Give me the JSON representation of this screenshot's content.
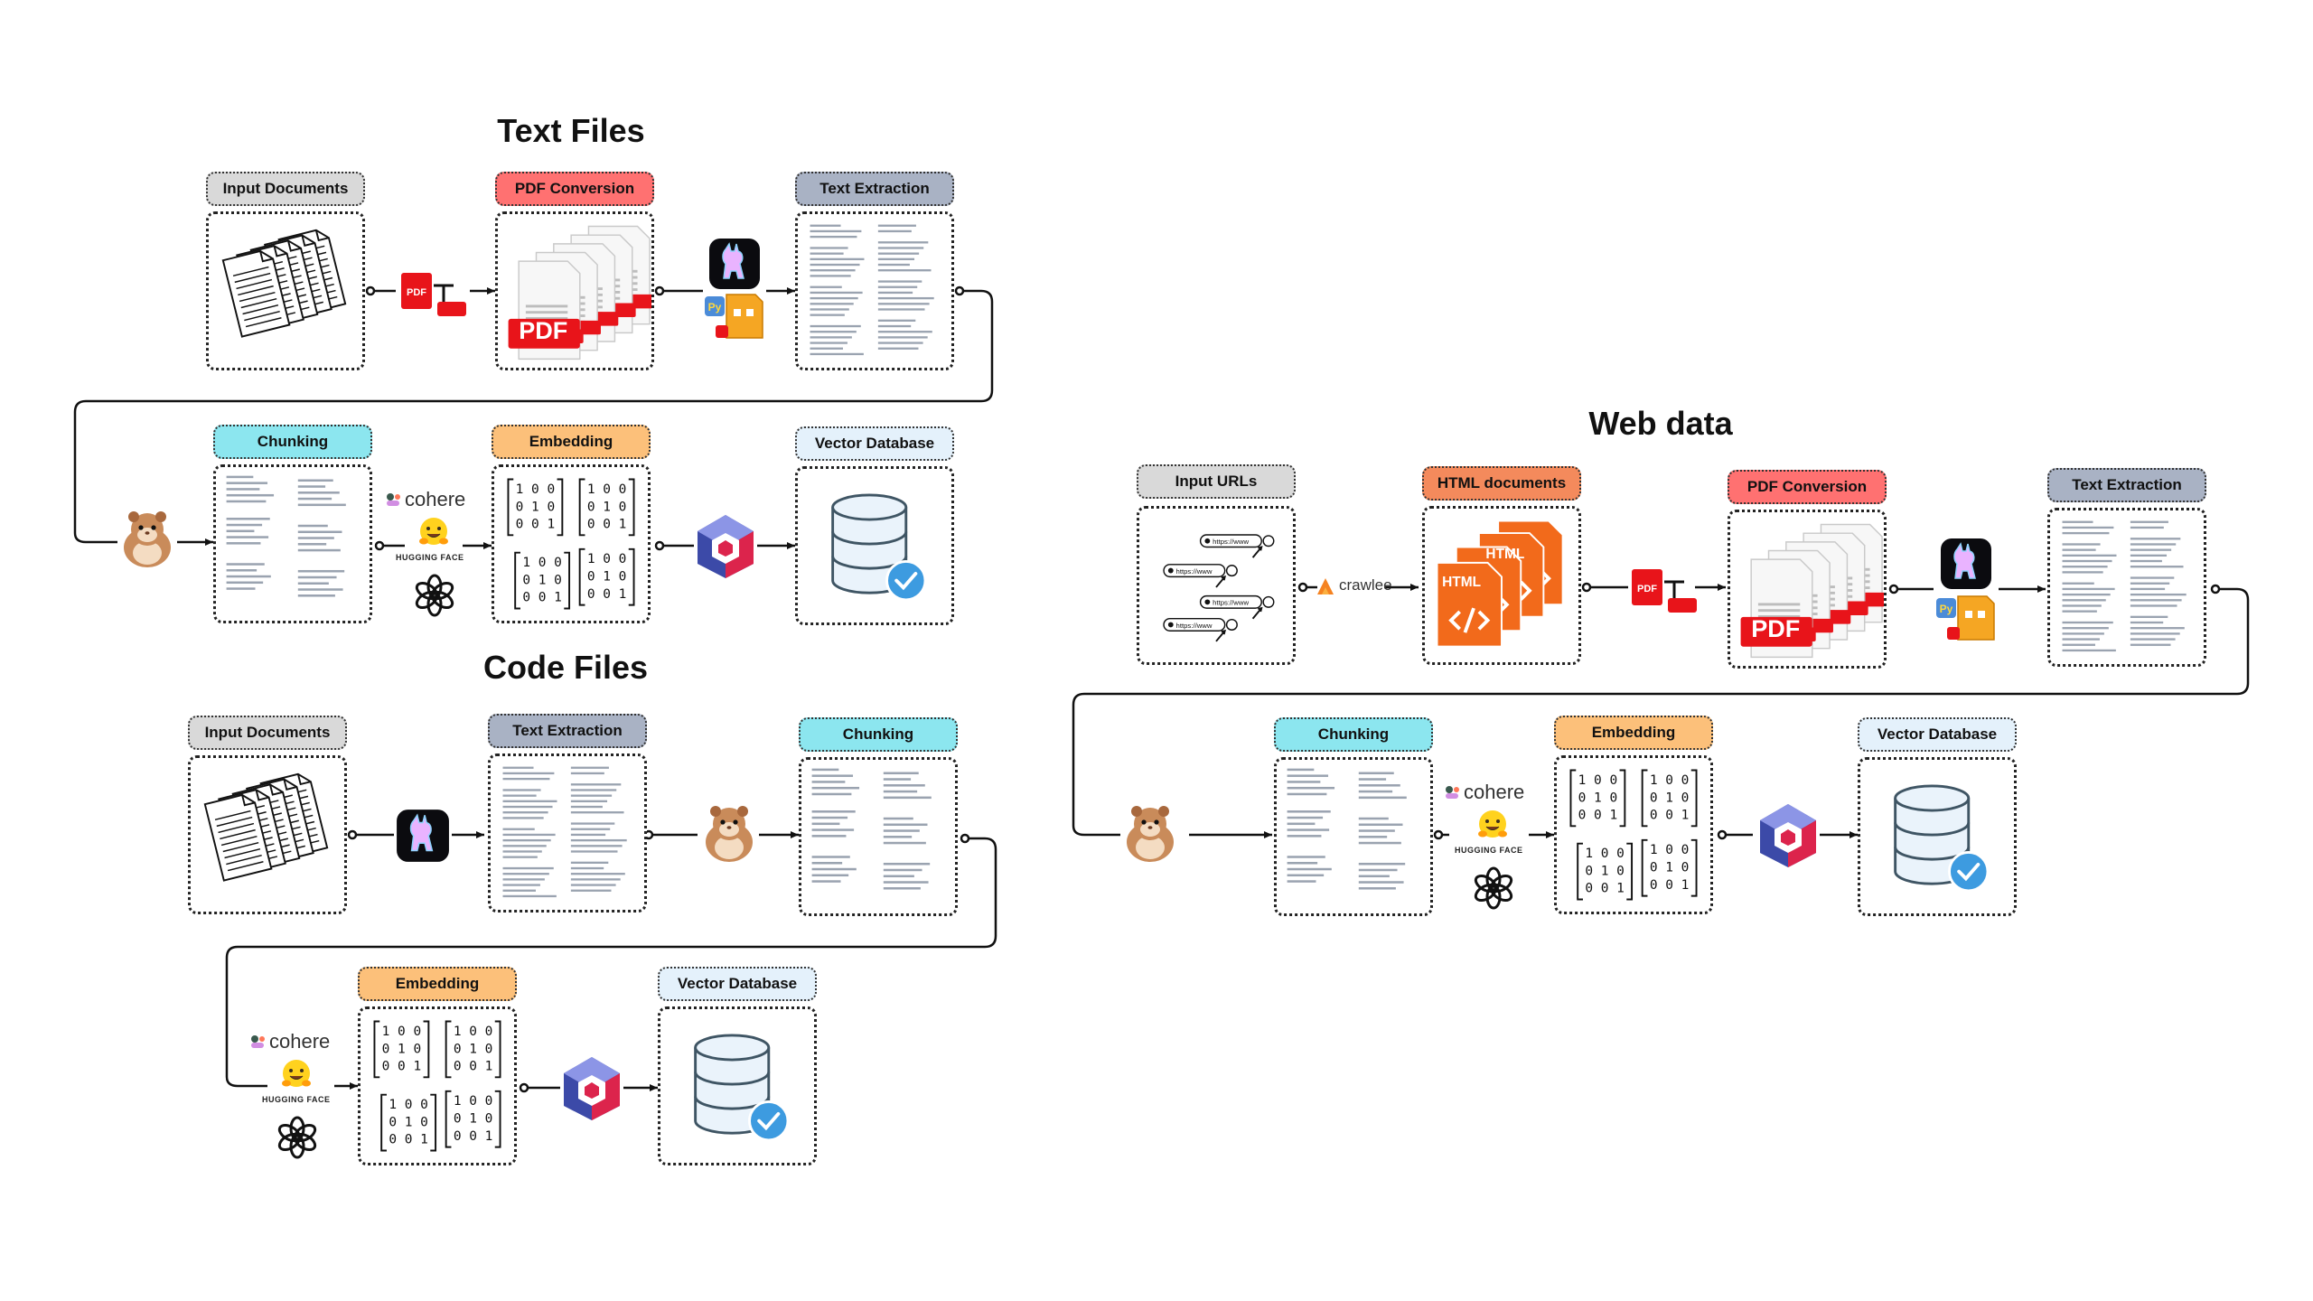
{
  "sections": {
    "text_files": "Text Files",
    "code_files": "Code Files",
    "web_data": "Web data"
  },
  "stages": {
    "t_input": "Input Documents",
    "t_pdf": "PDF Conversion",
    "t_extract": "Text Extraction",
    "t_chunk": "Chunking",
    "t_embed": "Embedding",
    "t_vdb": "Vector Database",
    "c_input": "Input Documents",
    "c_extract": "Text Extraction",
    "c_chunk": "Chunking",
    "c_embed": "Embedding",
    "c_vdb": "Vector Database",
    "w_urls": "Input URLs",
    "w_html": "HTML documents",
    "w_pdf": "PDF Conversion",
    "w_extract": "Text Extraction",
    "w_chunk": "Chunking",
    "w_embed": "Embedding",
    "w_vdb": "Vector Database"
  },
  "tools": {
    "cohere": "cohere",
    "hugging_face": "HUGGING FACE",
    "crawlee": "crawlee",
    "pdf_badge": "PDF",
    "html_badge": "HTML",
    "url_text": "https://www"
  },
  "colors": {
    "input": "#d9d9d9",
    "pdf_conversion": "#ff7171",
    "text_extraction": "#a9b2c4",
    "chunking": "#8ce6ef",
    "embedding": "#fcc07a",
    "vector_database": "#e4f1fb",
    "html_documents": "#f48a5c",
    "pdf_red": "#e8141a",
    "html_orange": "#f26a1b",
    "qdrant_pink": "#dc244c",
    "db_blue": "#3d9be0"
  },
  "embedding_matrices": [
    [
      "1 0 0",
      "0 1 0",
      "0 0 1"
    ],
    [
      "1 0 0",
      "0 1 0",
      "0 0 1"
    ],
    [
      "1 0 0",
      "0 1 0",
      "0 0 1"
    ],
    [
      "1 0 0",
      "0 1 0",
      "0 0 1"
    ]
  ]
}
